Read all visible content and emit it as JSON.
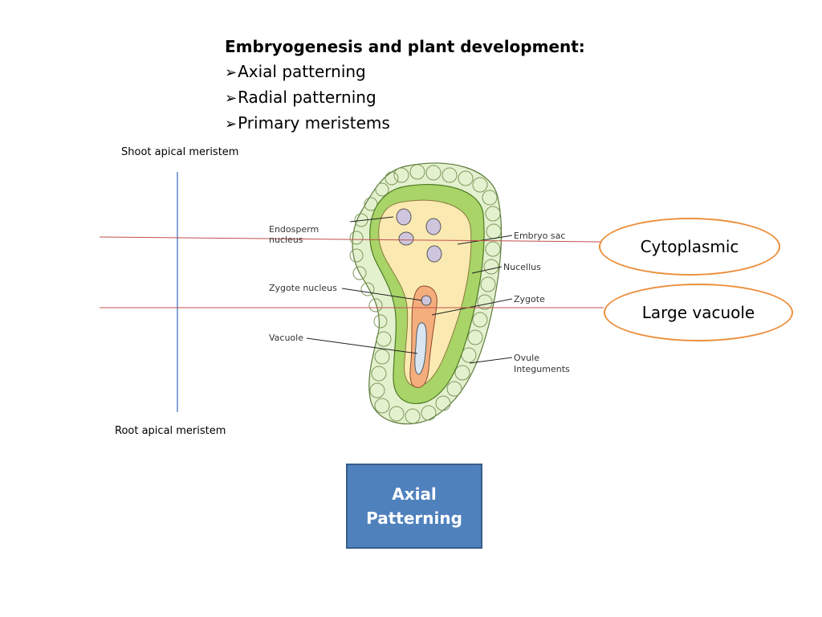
{
  "heading": "Embryogenesis and plant development:",
  "bullets": [
    {
      "marker": "➢",
      "text": "Axial patterning"
    },
    {
      "marker": "➢",
      "text": "Radial patterning"
    },
    {
      "marker": "➢",
      "text": "Primary meristems"
    }
  ],
  "axis_labels": {
    "top": "Shoot apical meristem",
    "bottom": "Root apical meristem"
  },
  "diagram_labels": {
    "endosperm_line1": "Endosperm",
    "endosperm_line2": "nucleus",
    "zygote_nucleus": "Zygote nucleus",
    "vacuole": "Vacuole",
    "embryo_sac": "Embryo sac",
    "nucellus": "Nucellus",
    "zygote": "Zygote",
    "ovule_line1": "Ovule",
    "ovule_line2": "Integuments"
  },
  "callouts": {
    "cytoplasmic": "Cytoplasmic",
    "large_vacuole": "Large vacuole"
  },
  "axial_box": {
    "line1": "Axial",
    "line2": "Patterning"
  },
  "colors": {
    "axis_line": "#4472c4",
    "guide_line": "#c0504d",
    "callout_border": "#ec8f3c",
    "box_fill": "#4f81bd",
    "integument_fill": "#e4f1cf",
    "nucellus_fill": "#a8d468",
    "embryo_sac_fill": "#fbe9b2",
    "zygote_fill": "#f4ad7c",
    "nucleus_fill": "#cfc6dd"
  }
}
